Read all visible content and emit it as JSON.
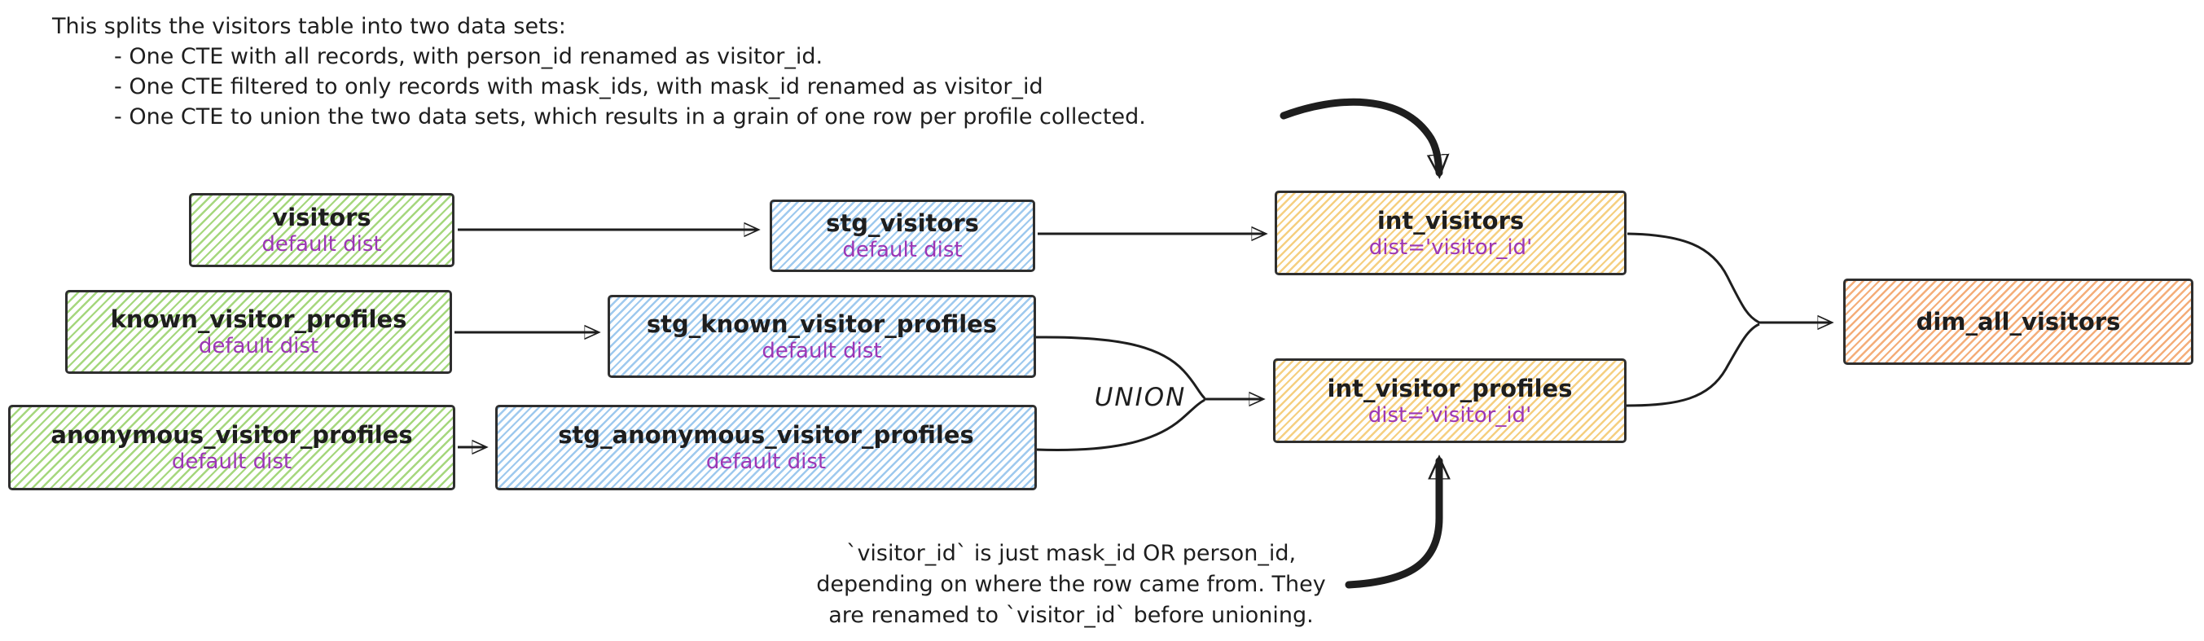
{
  "diagram": {
    "annotations": {
      "top": {
        "intro": "This splits the visitors table into two data sets:",
        "bullets": [
          "- One CTE with all records, with person_id renamed as visitor_id.",
          "- One CTE filtered to only records with mask_ids, with mask_id renamed as visitor_id",
          "- One CTE to union the two data sets, which results in a grain of one row per profile collected."
        ]
      },
      "bottom": {
        "lines": [
          "`visitor_id` is just mask_id OR person_id,",
          "depending on where the row came from. They",
          "are renamed to `visitor_id` before unioning."
        ]
      }
    },
    "union_label": "UNION",
    "nodes": [
      {
        "id": "visitors",
        "title": "visitors",
        "subtitle": "default dist",
        "color": "green"
      },
      {
        "id": "known_visitor_profiles",
        "title": "known_visitor_profiles",
        "subtitle": "default dist",
        "color": "green"
      },
      {
        "id": "anonymous_visitor_profiles",
        "title": "anonymous_visitor_profiles",
        "subtitle": "default dist",
        "color": "green"
      },
      {
        "id": "stg_visitors",
        "title": "stg_visitors",
        "subtitle": "default dist",
        "color": "blue"
      },
      {
        "id": "stg_known_visitor_profiles",
        "title": "stg_known_visitor_profiles",
        "subtitle": "default dist",
        "color": "blue"
      },
      {
        "id": "stg_anonymous_visitor_profiles",
        "title": "stg_anonymous_visitor_profiles",
        "subtitle": "default dist",
        "color": "blue"
      },
      {
        "id": "int_visitors",
        "title": "int_visitors",
        "subtitle": "dist='visitor_id'",
        "color": "yellow"
      },
      {
        "id": "int_visitor_profiles",
        "title": "int_visitor_profiles",
        "subtitle": "dist='visitor_id'",
        "color": "yellow"
      },
      {
        "id": "dim_all_visitors",
        "title": "dim_all_visitors",
        "subtitle": "",
        "color": "orange"
      }
    ],
    "edges": [
      {
        "from": "visitors",
        "to": "stg_visitors",
        "label": ""
      },
      {
        "from": "known_visitor_profiles",
        "to": "stg_known_visitor_profiles",
        "label": ""
      },
      {
        "from": "anonymous_visitor_profiles",
        "to": "stg_anonymous_visitor_profiles",
        "label": ""
      },
      {
        "from": "stg_visitors",
        "to": "int_visitors",
        "label": ""
      },
      {
        "from": "stg_known_visitor_profiles",
        "to": "int_visitor_profiles",
        "label": "UNION"
      },
      {
        "from": "stg_anonymous_visitor_profiles",
        "to": "int_visitor_profiles",
        "label": "UNION"
      },
      {
        "from": "int_visitors",
        "to": "dim_all_visitors",
        "label": ""
      },
      {
        "from": "int_visitor_profiles",
        "to": "dim_all_visitors",
        "label": ""
      }
    ],
    "palette": {
      "background": "#ffffff",
      "ink": "#1e1e1e",
      "border": "#2f2f2f",
      "purple_text": "#9c36b5",
      "green_hatch": "#a5d77d",
      "blue_hatch": "#9ec9ee",
      "yellow_hatch": "#f5cf80",
      "orange_hatch": "#f4ad79"
    }
  }
}
